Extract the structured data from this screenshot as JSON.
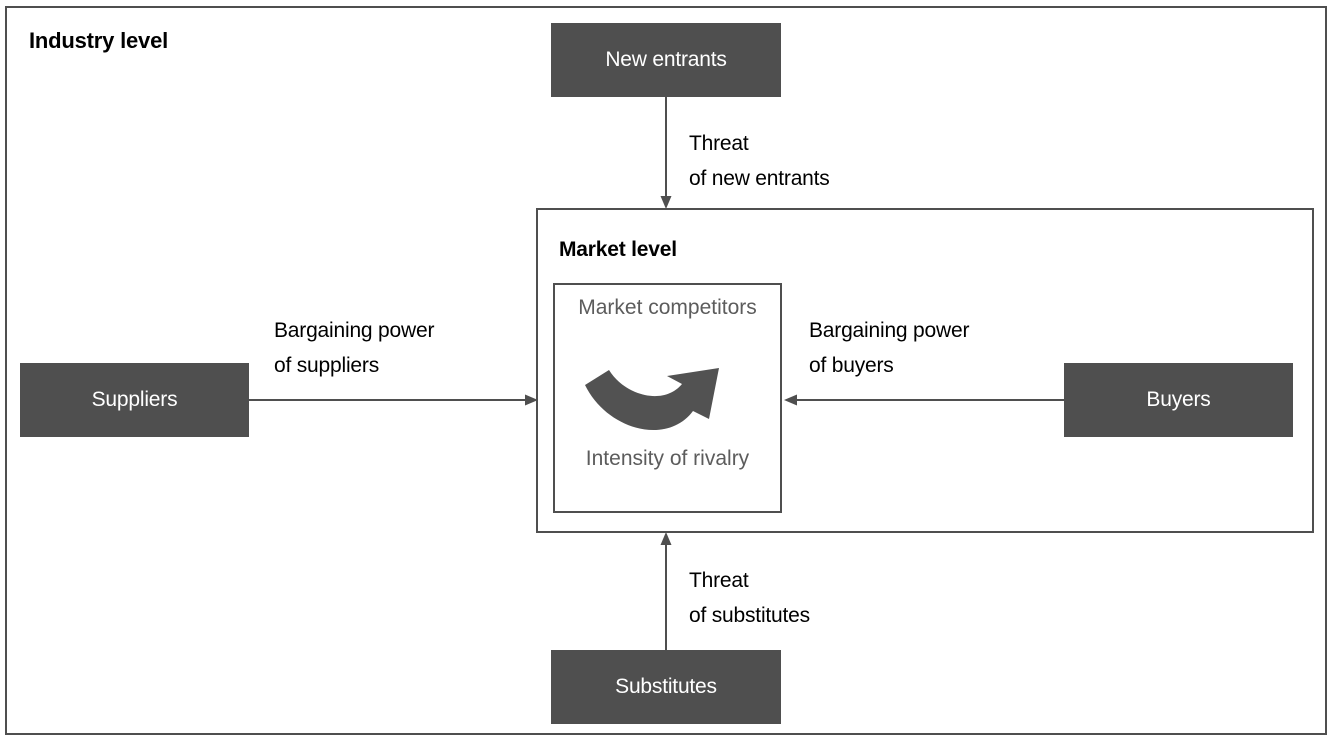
{
  "diagram": {
    "title": "Industry level",
    "inner_frame_title": "Market level",
    "center": {
      "top_label": "Market\ncompetitors",
      "bottom_label": "Intensity\nof rivalry",
      "icon": "circular-rivalry-arrow-icon"
    },
    "forces": [
      {
        "id": "new-entrants",
        "label": "New entrants"
      },
      {
        "id": "suppliers",
        "label": "Suppliers"
      },
      {
        "id": "buyers",
        "label": "Buyers"
      },
      {
        "id": "substitutes",
        "label": "Substitutes"
      }
    ],
    "edges": [
      {
        "id": "threat-of-new-entrants",
        "label": "Threat\nof new entrants",
        "from": "new-entrants",
        "to": "market-level",
        "direction": "down"
      },
      {
        "id": "bargaining-power-suppliers",
        "label": "Bargaining power\nof suppliers",
        "from": "suppliers",
        "to": "market-level",
        "direction": "right"
      },
      {
        "id": "bargaining-power-buyers",
        "label": "Bargaining power\nof buyers",
        "from": "buyers",
        "to": "market-level",
        "direction": "left"
      },
      {
        "id": "threat-of-substitutes",
        "label": "Threat\nof substitutes",
        "from": "substitutes",
        "to": "market-level",
        "direction": "up"
      }
    ],
    "colors": {
      "box_fill": "#4f4f4f",
      "box_text": "#ffffff",
      "frame_stroke": "#4f4f4f",
      "center_text": "#5c5c5c",
      "label_text": "#000000",
      "background": "#ffffff"
    }
  }
}
